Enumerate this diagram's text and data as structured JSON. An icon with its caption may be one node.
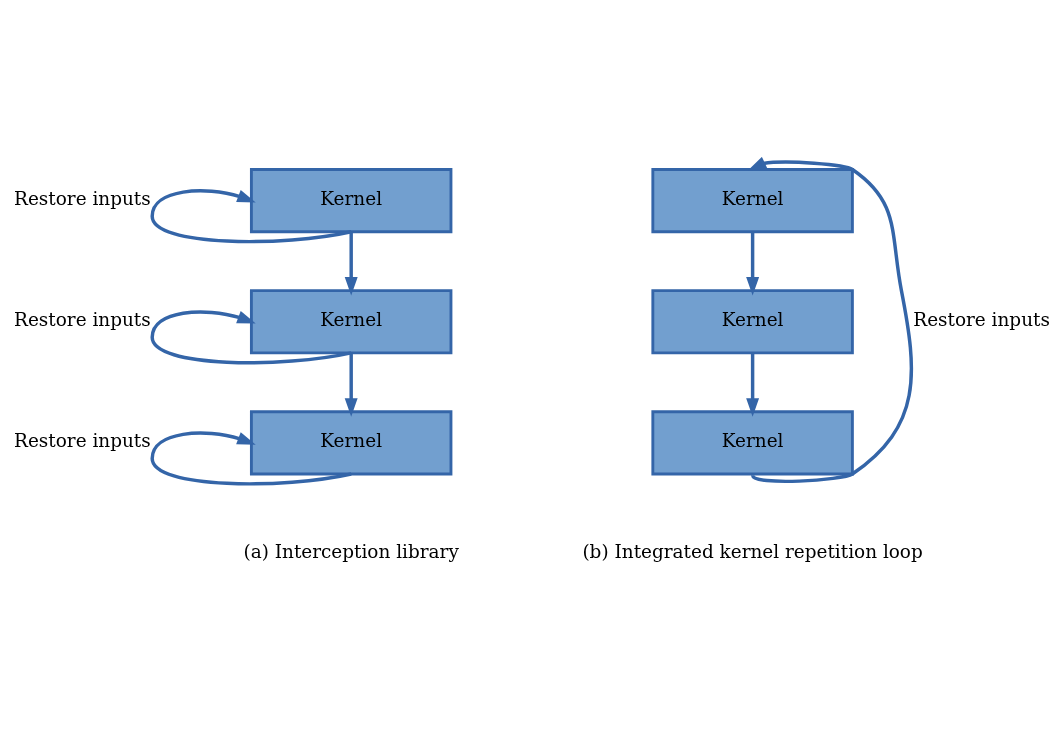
{
  "diagram": {
    "nodes": [
      {
        "text": [
          "Kernel"
        ]
      },
      {
        "text": [
          "Kernel"
        ]
      },
      {
        "text": [
          "Kernel"
        ]
      },
      {
        "text": [
          "Kernel"
        ]
      },
      {
        "text": [
          "Kernel"
        ]
      },
      {
        "text": [
          "Kernel"
        ]
      }
    ],
    "edges": [
      {
        "from": 0,
        "to": 0,
        "arrow": "to",
        "label": "Restore inputs"
      },
      {
        "from": 0,
        "to": 1,
        "arrow": "to"
      },
      {
        "from": 1,
        "to": 1,
        "arrow": "to",
        "label": "Restore inputs"
      },
      {
        "from": 1,
        "to": 2,
        "arrow": "to"
      },
      {
        "from": 2,
        "to": 2,
        "arrow": "to",
        "label": "Restore inputs"
      },
      {
        "from": 3,
        "to": 4,
        "arrow": "to"
      },
      {
        "from": 4,
        "to": 5,
        "arrow": "to"
      },
      {
        "from": 5,
        "to": 3,
        "arrow": "to",
        "label": "Restore inputs"
      }
    ],
    "labels": [
      "(a) Interception library",
      "(b) Integrated kernel repetition loop"
    ]
  }
}
